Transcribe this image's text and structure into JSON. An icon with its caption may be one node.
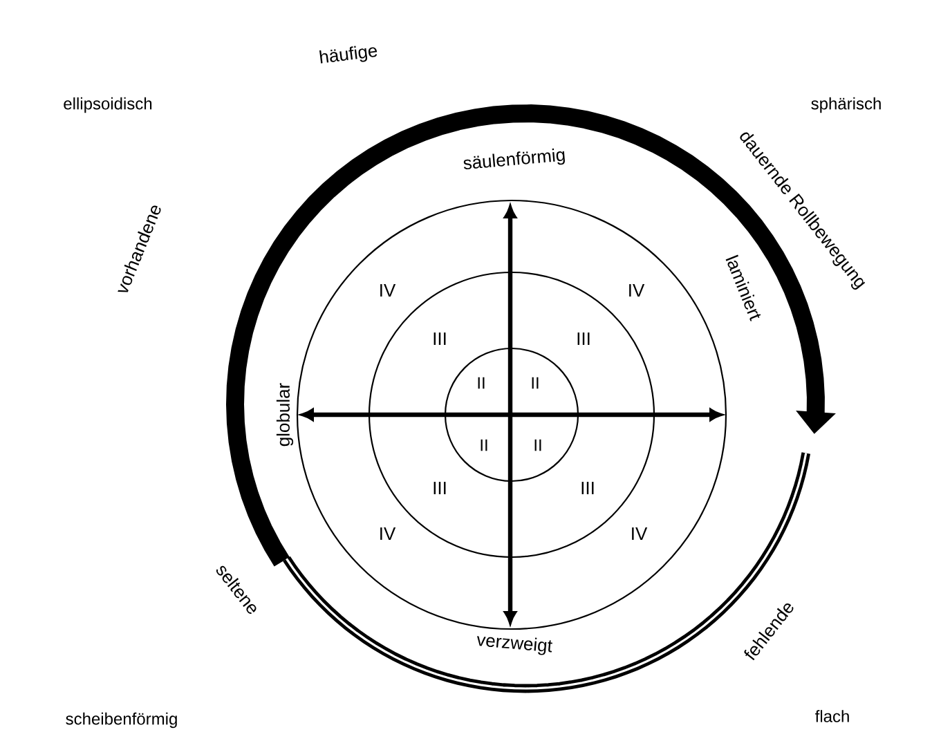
{
  "diagram": {
    "labels": [
      "häufige",
      "ellipsoidisch",
      "dauernde Rollbewegung",
      "sphärisch",
      "säulenförmig",
      "vorhandene",
      "laminiert",
      "IV",
      "IV",
      "III",
      "III",
      "II",
      "II",
      "globular",
      "II",
      "II",
      "III",
      "III",
      "IV",
      "IV",
      "seltene",
      "verzweigt",
      "fehlende",
      "scheibenförmig",
      "flach"
    ]
  }
}
